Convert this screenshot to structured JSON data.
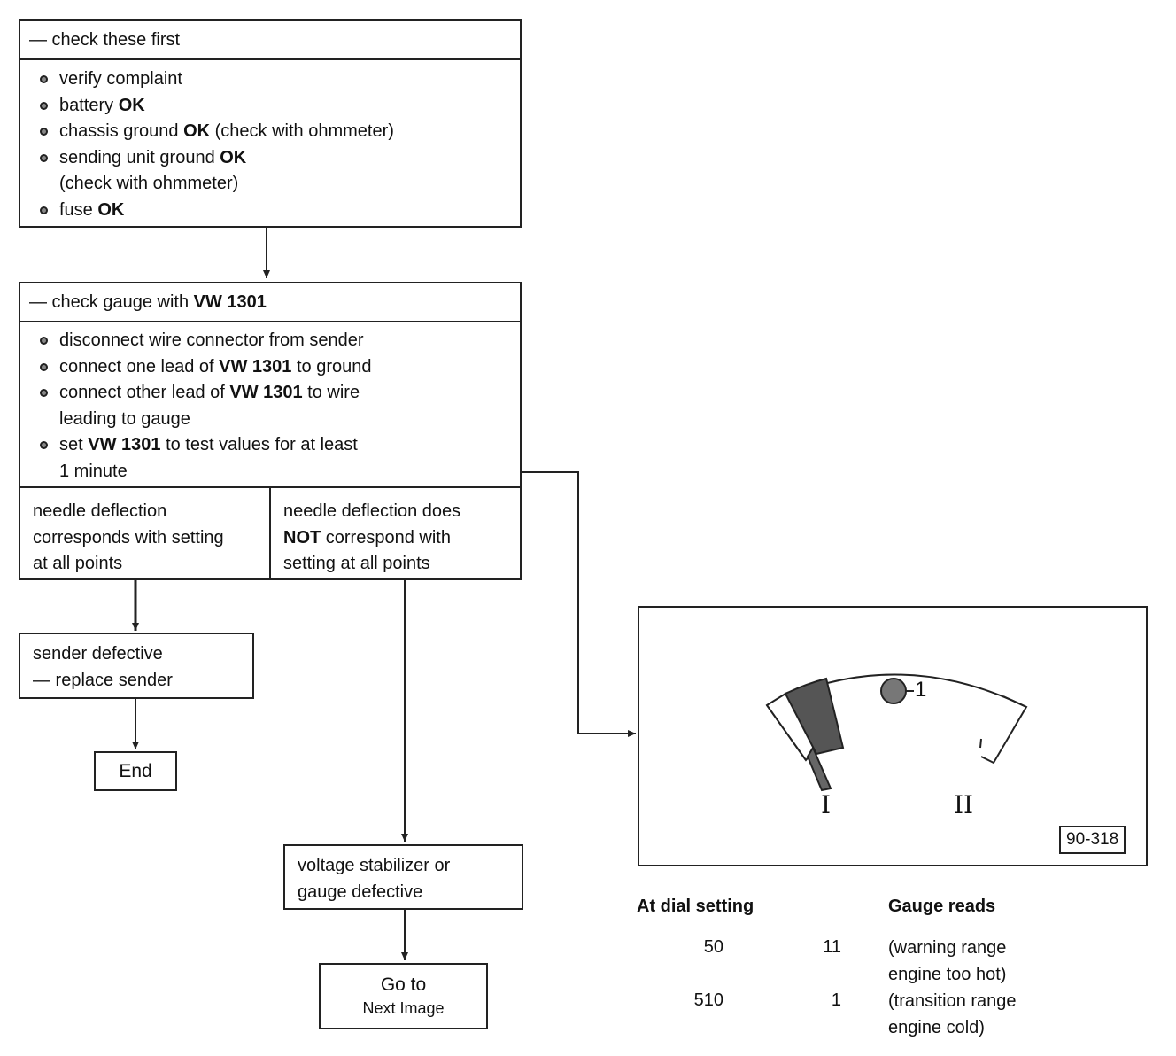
{
  "box1": {
    "header": "— check these first",
    "items": [
      {
        "text": "verify complaint",
        "bold": ""
      },
      {
        "text": "battery ",
        "bold": "OK"
      },
      {
        "text": "chassis ground ",
        "bold": "OK",
        "after": " (check with ohmmeter)"
      },
      {
        "text": "sending unit ground ",
        "bold": "OK"
      },
      {
        "text": "(check with ohmmeter)",
        "bold": "",
        "nobullet": true
      },
      {
        "text": "fuse ",
        "bold": "OK"
      }
    ]
  },
  "box2": {
    "header_pre": "— check gauge with ",
    "header_bold": "VW 1301",
    "items": [
      {
        "parts": [
          "disconnect wire connector from sender"
        ]
      },
      {
        "parts": [
          "connect one lead of ",
          "VW 1301",
          " to ground"
        ]
      },
      {
        "parts": [
          "connect other lead of ",
          "VW 1301",
          " to wire"
        ]
      },
      {
        "parts": [
          "leading to gauge"
        ],
        "nobullet": true
      },
      {
        "parts": [
          "set ",
          "VW 1301",
          " to test values for at least"
        ]
      },
      {
        "parts": [
          "1 minute"
        ],
        "nobullet": true
      }
    ]
  },
  "branch_left": [
    "needle deflection",
    "corresponds with setting",
    "at all points"
  ],
  "branch_right": {
    "line1": "needle deflection does",
    "bold": "NOT",
    "line2_rest": " correspond with",
    "line3": "setting at all points"
  },
  "sender_box": [
    "sender defective",
    "— replace sender"
  ],
  "end_box": "End",
  "stabilizer_box": [
    "voltage stabilizer or",
    "gauge defective"
  ],
  "goto_box": {
    "line1": "Go to",
    "line2": "Next Image"
  },
  "figure": {
    "marker_label": "1",
    "range_I": "I",
    "range_II": "II",
    "figure_id": "90-318"
  },
  "table": {
    "header_left": "At dial setting",
    "header_right": "Gauge reads",
    "rows": [
      {
        "setting": "50",
        "reads": "11",
        "note1": "(warning range",
        "note2": "engine too hot)"
      },
      {
        "setting": "510",
        "reads": "1",
        "note1": "(transition range",
        "note2": "engine cold)"
      }
    ]
  }
}
